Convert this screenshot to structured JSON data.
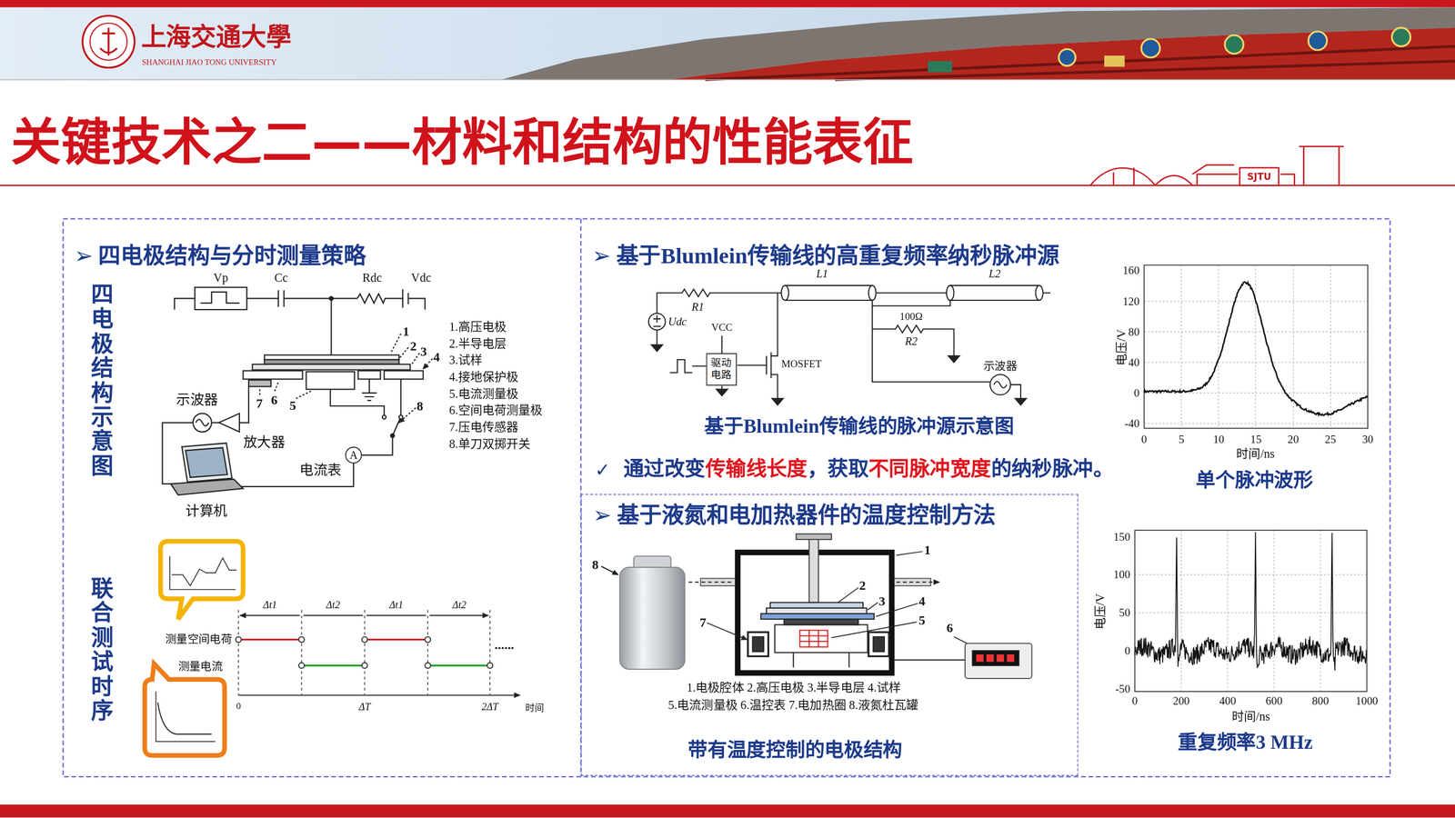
{
  "diagram": {
    "title": "关键技术之二——材料和结构的性能表征",
    "nodes": [
      {
        "text": [
          "A"
        ]
      },
      {
        "text": [
          "驱动电路"
        ]
      },
      {
        "text": [
          "➢ 基于液氮和电加热器件的温度控制方法"
        ]
      }
    ],
    "labels": [
      "上海交通大學",
      "SHANGHAI JIAO TONG UNIVERSITY",
      "SJTU",
      "➢ 四电极结构与分时测量策略",
      "四电极结构示意图",
      "Vp",
      "Cc",
      "Rdc",
      "Vdc",
      "1.高压电极",
      "2.半导电层",
      "3.试样",
      "4.接地保护极",
      "5.电流测量极",
      "6.空间电荷测量极",
      "7.压电传感器",
      "8.单刀双掷开关",
      "1",
      "2",
      "3",
      "4",
      "5",
      "6",
      "7",
      "8",
      "示波器",
      "放大器",
      "电流表",
      "计算机",
      "联合测试时序",
      "Δt1",
      "Δt2",
      "Δt1",
      "Δt2",
      "测量空间电荷",
      "测量电流",
      "0",
      "ΔT",
      "2ΔT",
      "时间",
      "......",
      "➢ 基于Blumlein传输线的高重复频率纳秒脉冲源",
      "L1",
      "L2",
      "R1",
      "Udc",
      "VCC",
      "MOSFET",
      "100Ω",
      "R2",
      "示波器",
      "基于Blumlein传输线的脉冲源示意图",
      "✓",
      "通过改变",
      "传输线长度",
      "，获取",
      "不同脉冲宽度",
      "的纳秒脉冲。",
      "160",
      "120",
      "80",
      "40",
      "0",
      "-40",
      "0",
      "5",
      "10",
      "15",
      "20",
      "25",
      "30",
      "电压/V",
      "时间/ns",
      "单个脉冲波形",
      "150",
      "100",
      "50",
      "0",
      "-50",
      "0",
      "200",
      "400",
      "600",
      "800",
      "1000",
      "电压/V",
      "时间/ns",
      "重复频率3 MHz",
      "1",
      "2",
      "3",
      "4",
      "5",
      "6",
      "7",
      "8",
      "1.电极腔体 2.高压电极 3.半导电层 4.试样",
      "5.电流测量极 6.温控表 7.电加热圈 8.液氮杜瓦罐",
      "带有温度控制的电极结构"
    ]
  }
}
